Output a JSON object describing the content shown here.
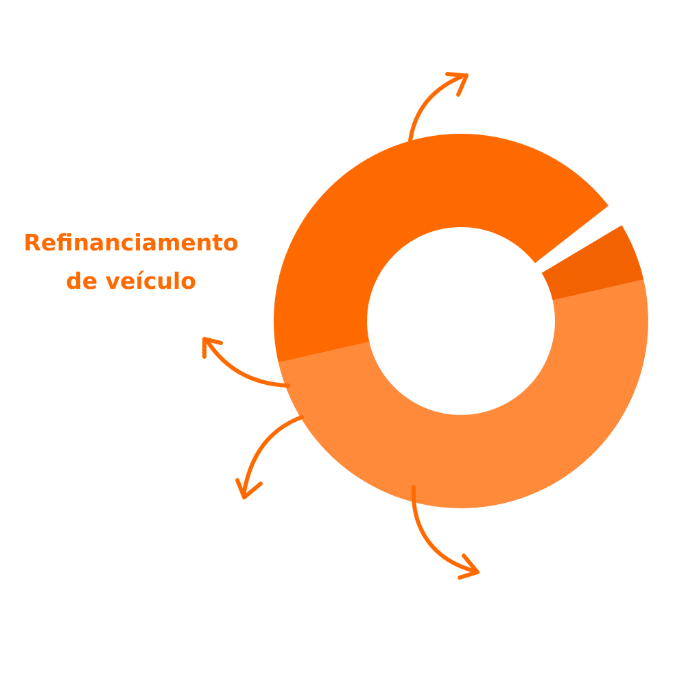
{
  "chart_data": {
    "type": "pie",
    "variant": "donut",
    "title": "",
    "slices": [
      {
        "label": "Refinanciamento de veículo",
        "value": 43,
        "color": "#ff6a00"
      },
      {
        "label": "",
        "value": 2,
        "color": "#ffffff"
      },
      {
        "label": "",
        "value": 5,
        "color": "#f26200"
      },
      {
        "label": "",
        "value": 50,
        "color": "#ff8a3a"
      }
    ]
  },
  "labels": {
    "line1": "Refinanciamento",
    "line2": "de veículo"
  },
  "colors": {
    "accent": "#ff6a00"
  }
}
